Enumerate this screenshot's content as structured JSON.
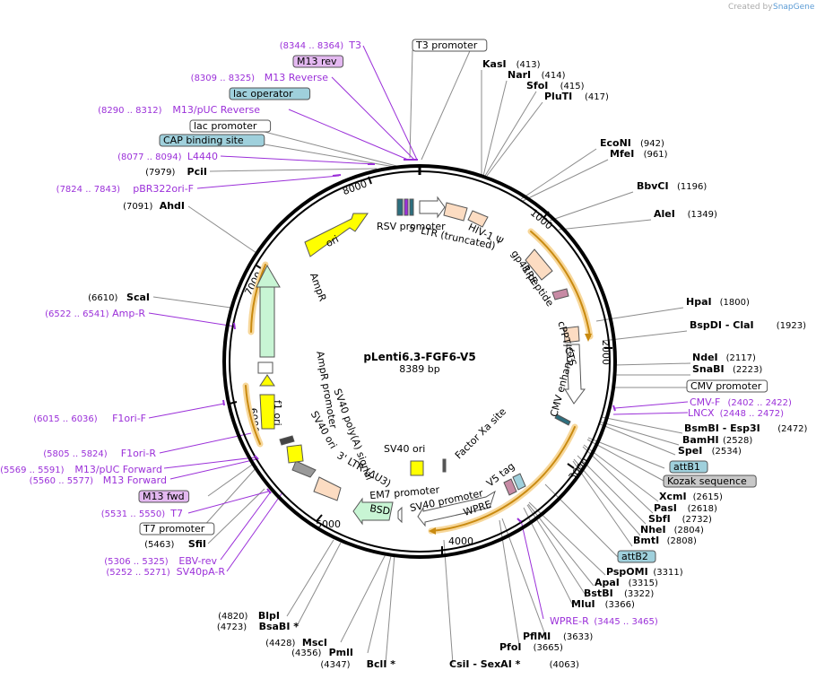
{
  "credit": {
    "prefix": "Created by",
    "brand": "SnapGene"
  },
  "plasmid": {
    "name": "pLenti6.3-FGF6-V5",
    "size": "8389 bp"
  },
  "ticks": [
    "1000",
    "2000",
    "3000",
    "4000",
    "5000",
    "6000",
    "7000",
    "8000"
  ],
  "enzymes": [
    {
      "name": "KasI",
      "pos": "(413)"
    },
    {
      "name": "NarI",
      "pos": "(414)"
    },
    {
      "name": "SfoI",
      "pos": "(415)"
    },
    {
      "name": "PluTI",
      "pos": "(417)"
    },
    {
      "name": "EcoNI",
      "pos": "(942)"
    },
    {
      "name": "MfeI",
      "pos": "(961)"
    },
    {
      "name": "BbvCI",
      "pos": "(1196)"
    },
    {
      "name": "AleI",
      "pos": "(1349)"
    },
    {
      "name": "HpaI",
      "pos": "(1800)"
    },
    {
      "name": "BspDI - ClaI",
      "pos": "(1923)"
    },
    {
      "name": "NdeI",
      "pos": "(2117)"
    },
    {
      "name": "SnaBI",
      "pos": "(2223)"
    },
    {
      "name": "BsmBI - Esp3I",
      "pos": "(2472)"
    },
    {
      "name": "BamHI",
      "pos": "(2528)"
    },
    {
      "name": "SpeI",
      "pos": "(2534)"
    },
    {
      "name": "XcmI",
      "pos": "(2615)"
    },
    {
      "name": "PasI",
      "pos": "(2618)"
    },
    {
      "name": "SbfI",
      "pos": "(2732)"
    },
    {
      "name": "NheI",
      "pos": "(2804)"
    },
    {
      "name": "BmtI",
      "pos": "(2808)"
    },
    {
      "name": "PspOMI",
      "pos": "(3311)"
    },
    {
      "name": "ApaI",
      "pos": "(3315)"
    },
    {
      "name": "BstBI",
      "pos": "(3322)"
    },
    {
      "name": "MluI",
      "pos": "(3366)"
    },
    {
      "name": "PflMI",
      "pos": "(3633)"
    },
    {
      "name": "PfoI",
      "pos": "(3665)"
    },
    {
      "name": "CsiI - SexAI *",
      "pos": "(4063)"
    },
    {
      "name": "BclI *",
      "pos": "(4347)"
    },
    {
      "name": "PmlI",
      "pos": "(4356)"
    },
    {
      "name": "MscI",
      "pos": "(4428)"
    },
    {
      "name": "BsaBI *",
      "pos": "(4723)"
    },
    {
      "name": "BlpI",
      "pos": "(4820)"
    },
    {
      "name": "SfiI",
      "pos": "(5463)"
    },
    {
      "name": "ScaI",
      "pos": "(6610)"
    },
    {
      "name": "AhdI",
      "pos": "(7091)"
    },
    {
      "name": "PciI",
      "pos": "(7979)"
    }
  ],
  "primers": [
    {
      "name": "T3",
      "pos": "(8344 .. 8364)"
    },
    {
      "name": "M13 Reverse",
      "pos": "(8309 .. 8325)"
    },
    {
      "name": "M13/pUC Reverse",
      "pos": "(8290 .. 8312)"
    },
    {
      "name": "L4440",
      "pos": "(8077 .. 8094)"
    },
    {
      "name": "pBR322ori-F",
      "pos": "(7824 .. 7843)"
    },
    {
      "name": "Amp-R",
      "pos": "(6522 .. 6541)"
    },
    {
      "name": "F1ori-F",
      "pos": "(6015 .. 6036)"
    },
    {
      "name": "F1ori-R",
      "pos": "(5805 .. 5824)"
    },
    {
      "name": "M13/pUC Forward",
      "pos": "(5569 .. 5591)"
    },
    {
      "name": "M13 Forward",
      "pos": "(5560 .. 5577)"
    },
    {
      "name": "T7",
      "pos": "(5531 .. 5550)"
    },
    {
      "name": "EBV-rev",
      "pos": "(5306 .. 5325)"
    },
    {
      "name": "SV40pA-R",
      "pos": "(5252 .. 5271)"
    },
    {
      "name": "CMV-F",
      "pos": "(2402 .. 2422)"
    },
    {
      "name": "LNCX",
      "pos": "(2448 .. 2472)"
    },
    {
      "name": "WPRE-R",
      "pos": "(3445 .. 3465)"
    }
  ],
  "boxed_labels": [
    {
      "text": "T3 promoter",
      "fill": "#ffffff"
    },
    {
      "text": "M13 rev",
      "fill": "#e3b8f0"
    },
    {
      "text": "lac operator",
      "fill": "#9fd0dc"
    },
    {
      "text": "lac promoter",
      "fill": "#ffffff"
    },
    {
      "text": "CAP binding site",
      "fill": "#9fd0dc"
    },
    {
      "text": "CMV promoter",
      "fill": "#ffffff"
    },
    {
      "text": "attB1",
      "fill": "#9fd0dc"
    },
    {
      "text": "Kozak sequence",
      "fill": "#c8c8c8"
    },
    {
      "text": "attB2",
      "fill": "#9fd0dc"
    },
    {
      "text": "M13 fwd",
      "fill": "#e3b8f0"
    },
    {
      "text": "T7 promoter",
      "fill": "#ffffff"
    }
  ],
  "features": [
    "RSV promoter",
    "5' LTR (truncated)",
    "HIV-1 Ψ",
    "RRE",
    "gp41 peptide",
    "cPPT/CTS",
    "CMV enhancer",
    "V5 tag",
    "WPRE",
    "SV40 promoter",
    "EM7 promoter",
    "BSD",
    "3' LTR (ΔU3)",
    "SV40 ori",
    "SV40 poly(A) signal",
    "f1 ori",
    "AmpR promoter",
    "AmpR",
    "ori",
    "Factor Xa site"
  ],
  "colors": {
    "primer": "#9b30d9",
    "orf": "#f0a020",
    "line": "#8c8c8c"
  }
}
